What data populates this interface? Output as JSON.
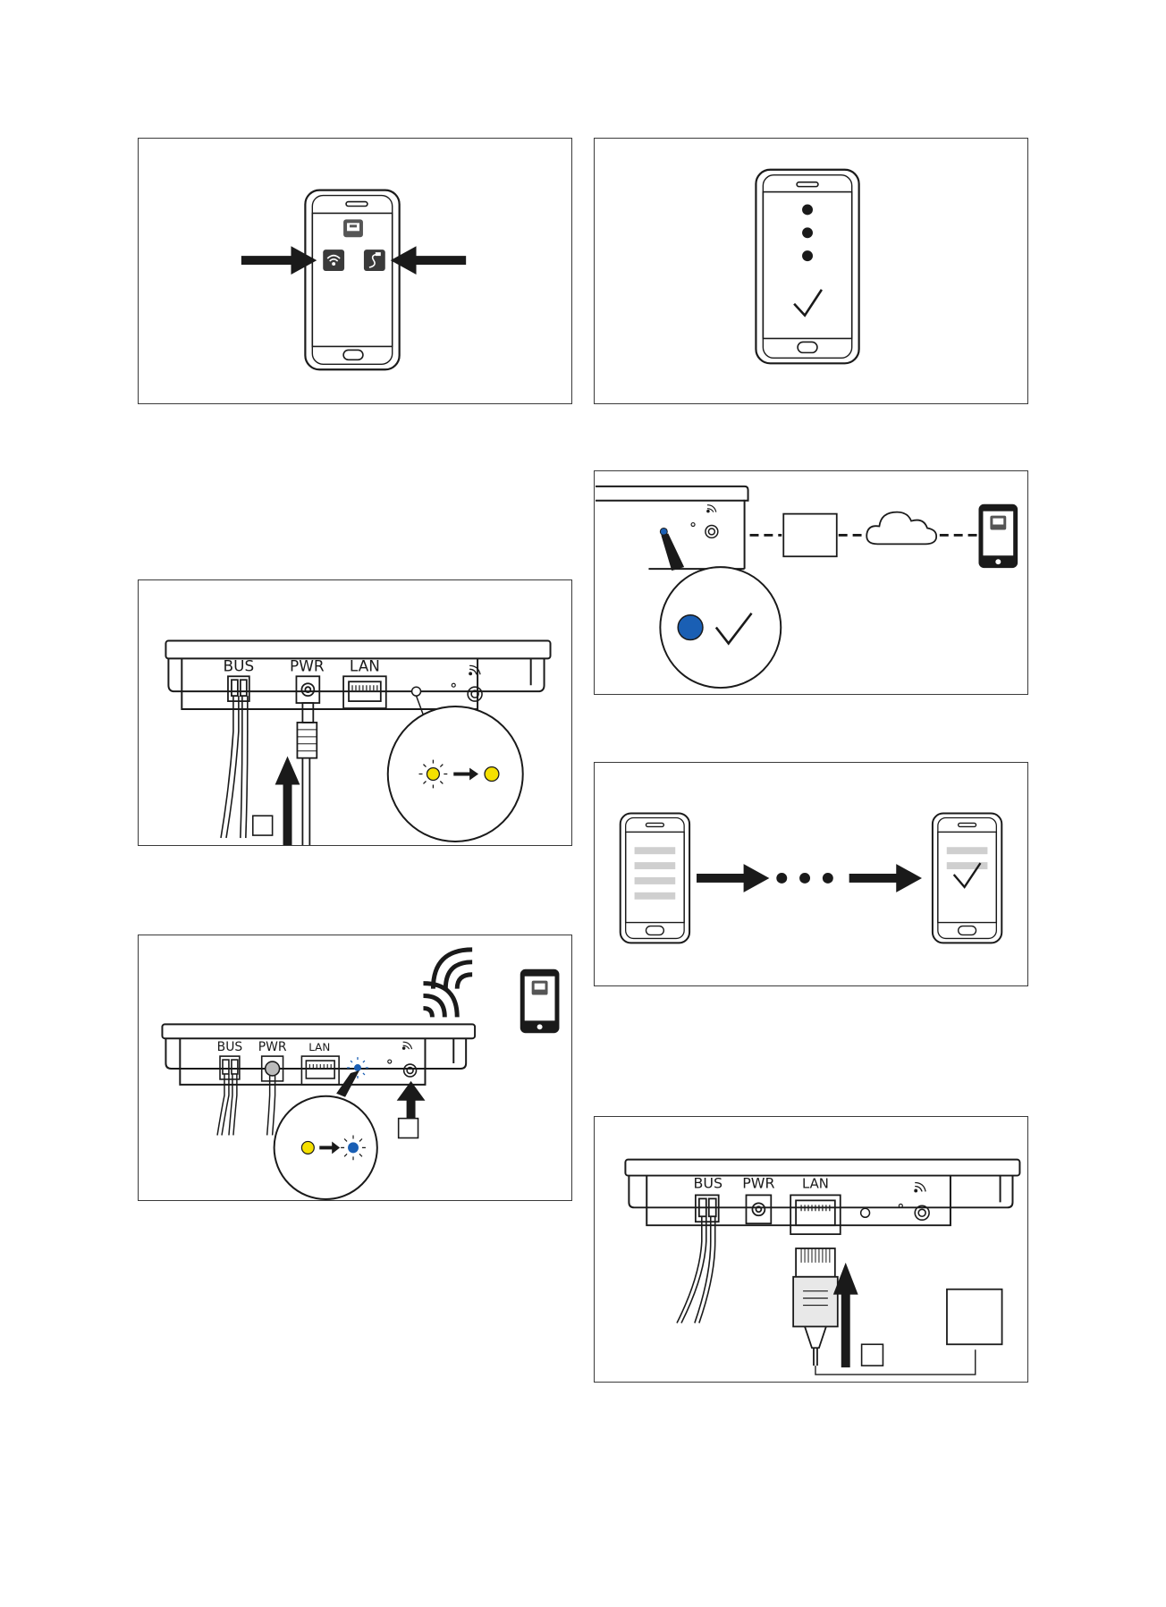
{
  "ports": {
    "bus": "BUS",
    "pwr": "PWR",
    "lan": "LAN"
  },
  "colors": {
    "yellow_led": "#f5e000",
    "blue_led": "#1a5fb4",
    "line": "#1a1a1a",
    "cable": "#d4d4d4",
    "screen_bar": "#cfcfcf"
  },
  "icons": [
    "wifi-icon",
    "cable-icon",
    "gateway-app-icon",
    "checkmark-icon",
    "cloud-icon",
    "smartphone-icon",
    "router-icon",
    "arrow-icon"
  ]
}
